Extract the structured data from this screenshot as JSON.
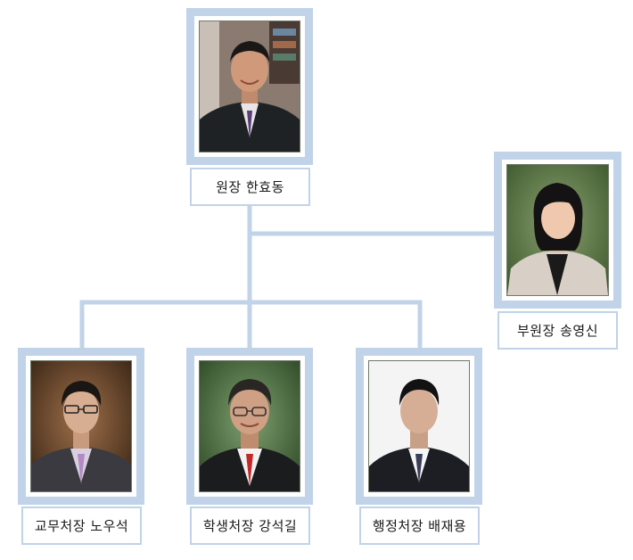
{
  "org_chart": {
    "director": {
      "name_label": "원장 한효동"
    },
    "vice_director": {
      "name_label": "부원장 송영신"
    },
    "heads": [
      {
        "name_label": "교무처장 노우석"
      },
      {
        "name_label": "학생처장 강석길"
      },
      {
        "name_label": "행정처장 배재용"
      }
    ]
  },
  "colors": {
    "frame": "#c0d3e8",
    "connector": "#c0d3e8",
    "suit_dark": "#1e2224",
    "photo_bg_green": "#3e5a2e"
  }
}
